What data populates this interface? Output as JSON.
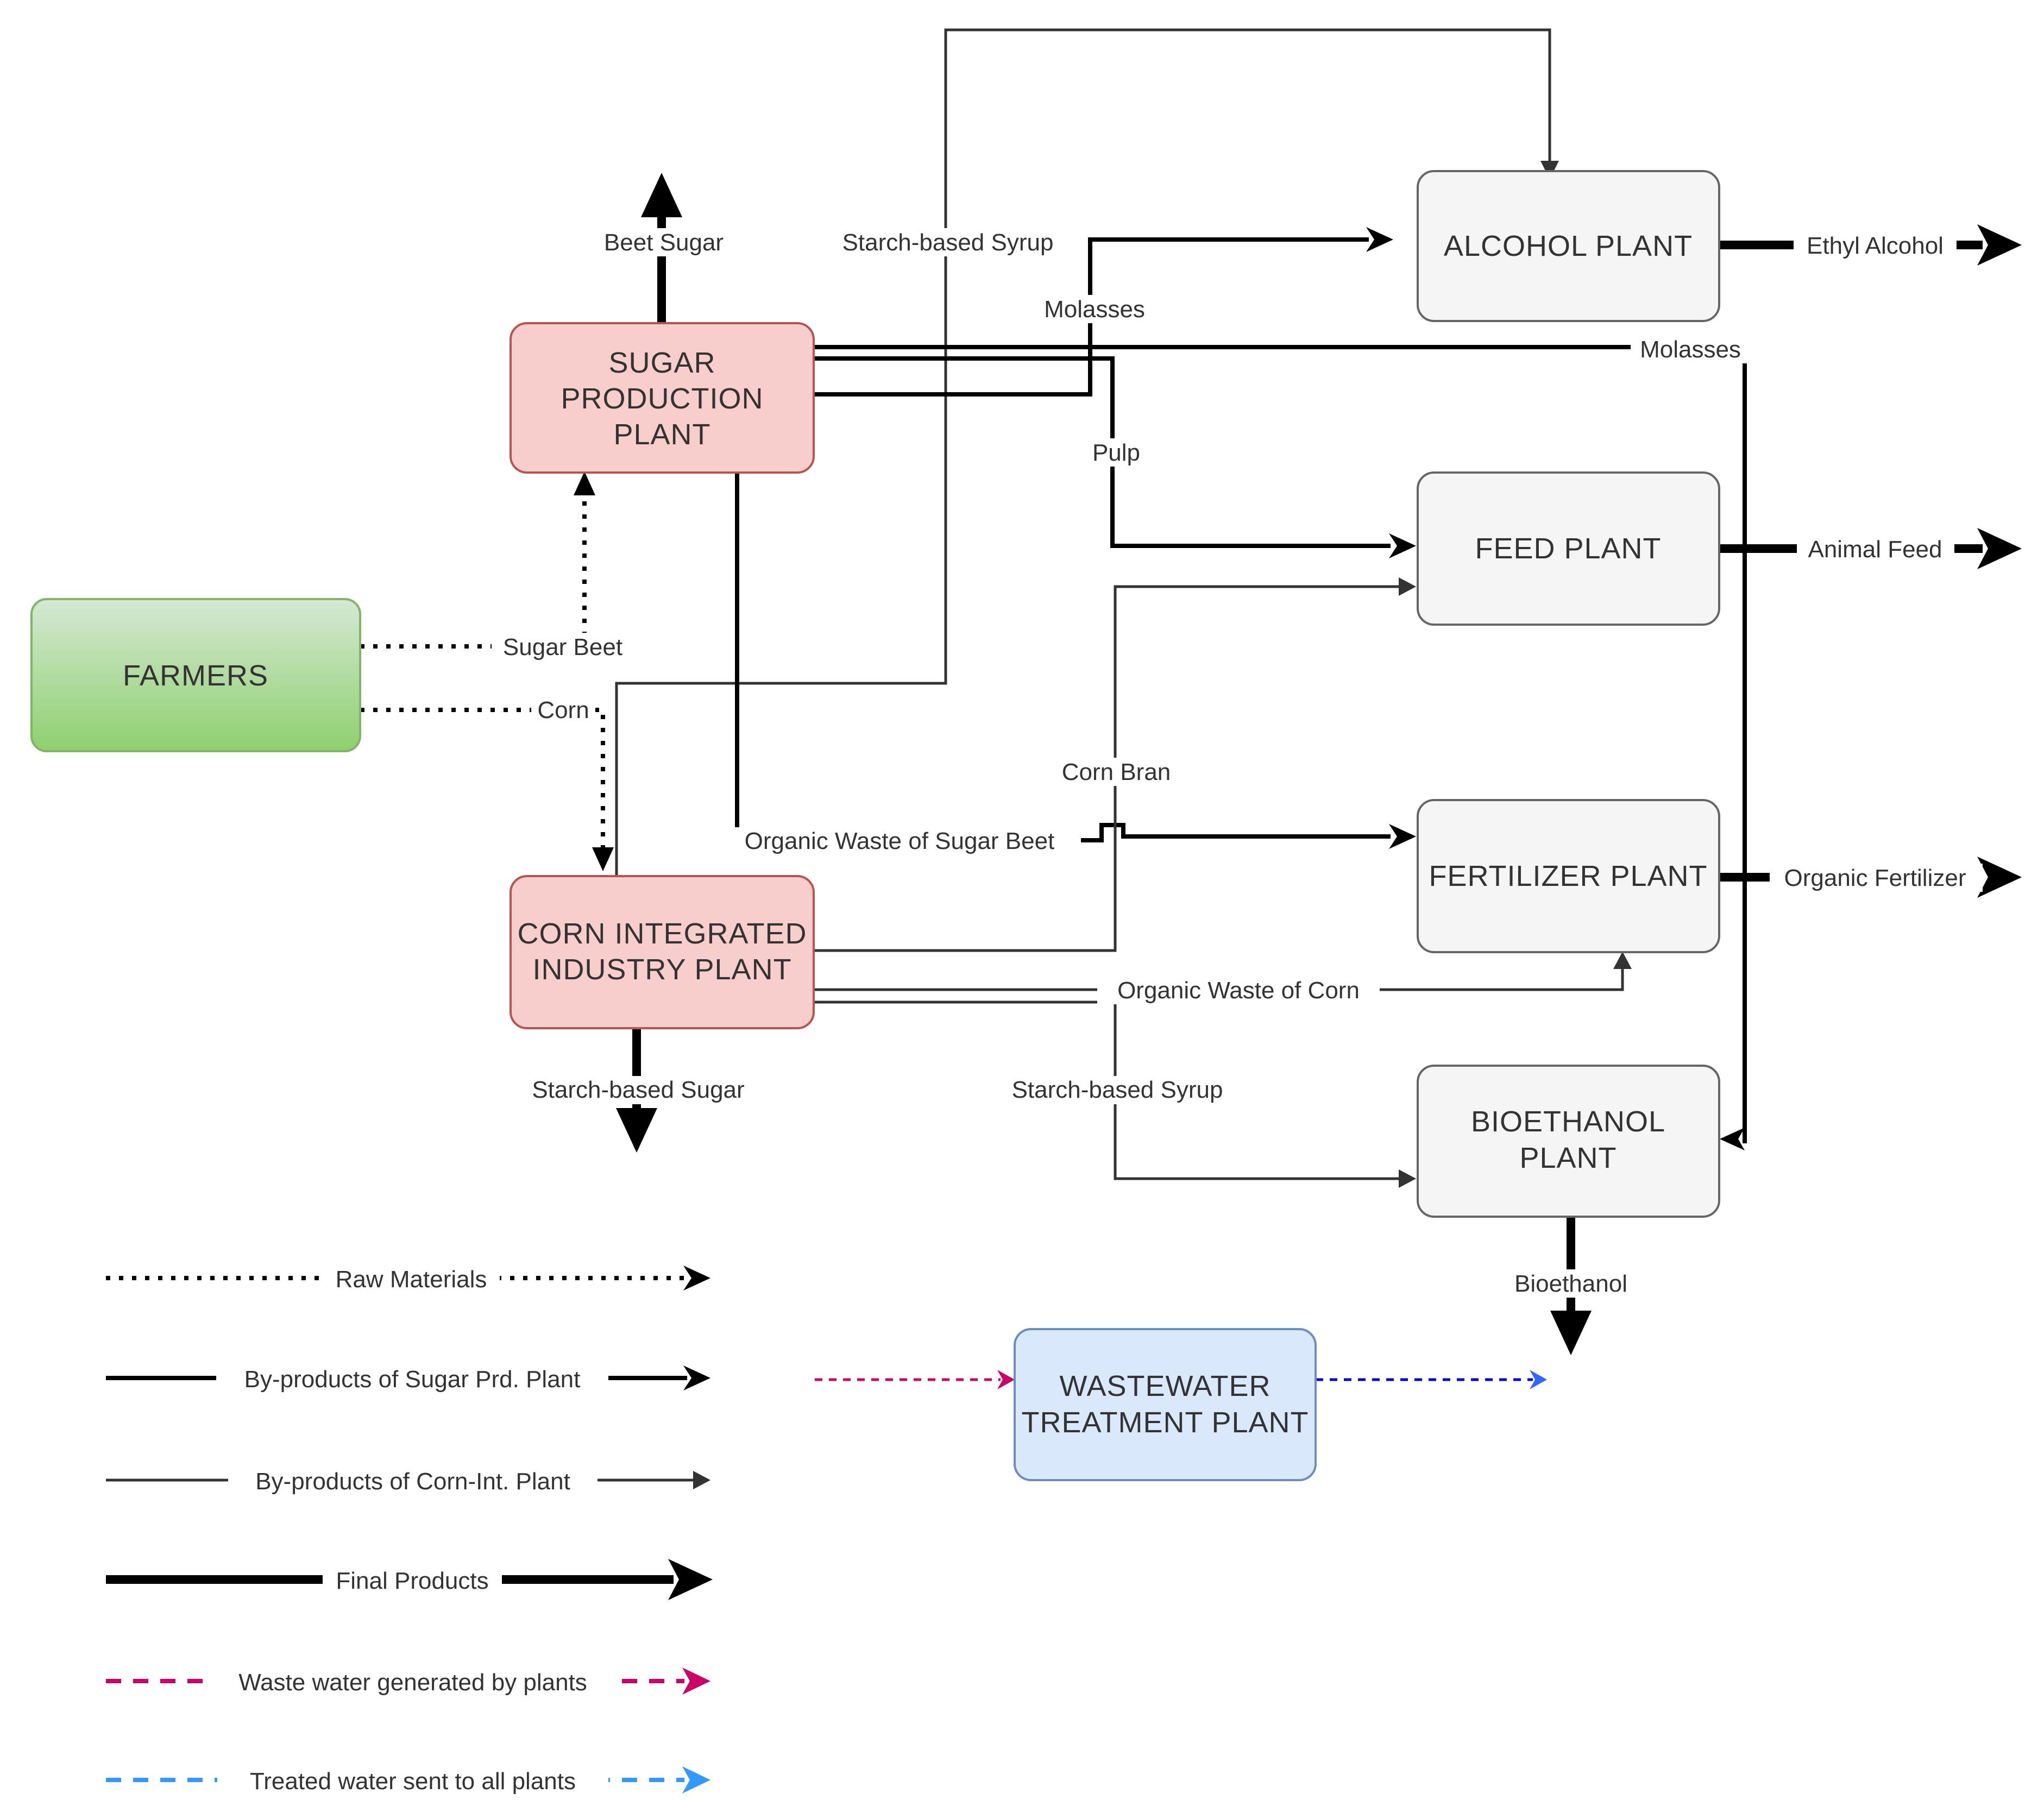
{
  "nodes": {
    "farmers": {
      "label": "FARMERS",
      "fill": "#8fcf6e",
      "fill_top": "#d5e8d4",
      "stroke": "#82b366"
    },
    "sugar_plant": {
      "lines": [
        "SUGAR",
        "PRODUCTION",
        "PLANT"
      ],
      "fill": "#f8cecc",
      "stroke": "#b85450"
    },
    "corn_plant": {
      "lines": [
        "CORN INTEGRATED",
        "INDUSTRY PLANT"
      ],
      "fill": "#f8cecc",
      "stroke": "#b85450"
    },
    "alcohol_plant": {
      "label": "ALCOHOL PLANT",
      "fill": "#f5f5f5",
      "stroke": "#666666"
    },
    "feed_plant": {
      "label": "FEED PLANT",
      "fill": "#f5f5f5",
      "stroke": "#666666"
    },
    "fertilizer_plant": {
      "label": "FERTILIZER PLANT",
      "fill": "#f5f5f5",
      "stroke": "#666666"
    },
    "bioethanol_plant": {
      "lines": [
        "BIOETHANOL",
        "PLANT"
      ],
      "fill": "#f5f5f5",
      "stroke": "#666666"
    },
    "wastewater_plant": {
      "lines": [
        "WASTEWATER",
        "TREATMENT PLANT"
      ],
      "fill": "#dae8fc",
      "stroke": "#6c8ebf"
    }
  },
  "flows": {
    "sugar_beet": "Sugar Beet",
    "corn": "Corn",
    "beet_sugar": "Beet Sugar",
    "starch_syrup_alcohol": "Starch-based Syrup",
    "molasses_alcohol": "Molasses",
    "molasses_bioethanol": "Molasses",
    "pulp": "Pulp",
    "corn_bran": "Corn Bran",
    "organic_waste_sugar_beet": "Organic Waste of Sugar Beet",
    "organic_waste_corn": "Organic Waste of Corn",
    "starch_sugar": "Starch-based Sugar",
    "starch_syrup_bioethanol": "Starch-based Syrup",
    "ethyl_alcohol": "Ethyl Alcohol",
    "animal_feed": "Animal Feed",
    "organic_fertilizer": "Organic Fertilizer",
    "bioethanol": "Bioethanol"
  },
  "legend": [
    {
      "key": "raw",
      "label": "Raw Materials",
      "color": "#000000"
    },
    {
      "key": "sugar_byproducts",
      "label": "By-products of Sugar Prd. Plant",
      "color": "#000000"
    },
    {
      "key": "corn_byproducts",
      "label": "By-products of Corn-Int. Plant",
      "color": "#333333"
    },
    {
      "key": "final",
      "label": "Final Products",
      "color": "#000000"
    },
    {
      "key": "wastewater",
      "label": "Waste water generated by plants",
      "color": "#cc0066"
    },
    {
      "key": "treated",
      "label": "Treated water sent to all plants",
      "color": "#3399ff"
    }
  ]
}
